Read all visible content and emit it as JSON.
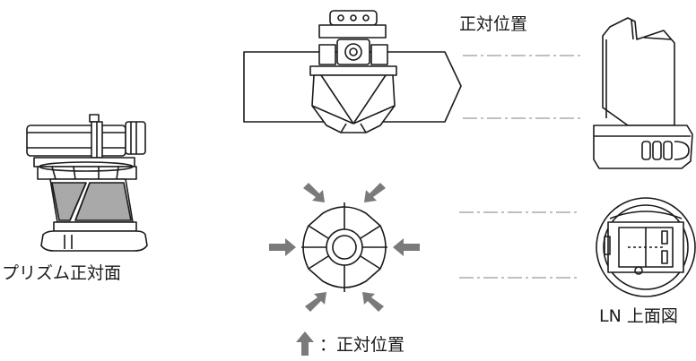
{
  "labels": {
    "facing_position": "正対位置",
    "prism_front": "プリズム正対面",
    "ln_top_view": "LN 上面図",
    "legend_text": "：正対位置"
  },
  "colors": {
    "line": "#1a1a1a",
    "prism_fill": "#a9a9a9",
    "arrow_gray": "#7a7a7a",
    "dash": "#9a9a9a"
  },
  "icons": {
    "legend_arrow": "up-arrow-icon"
  }
}
